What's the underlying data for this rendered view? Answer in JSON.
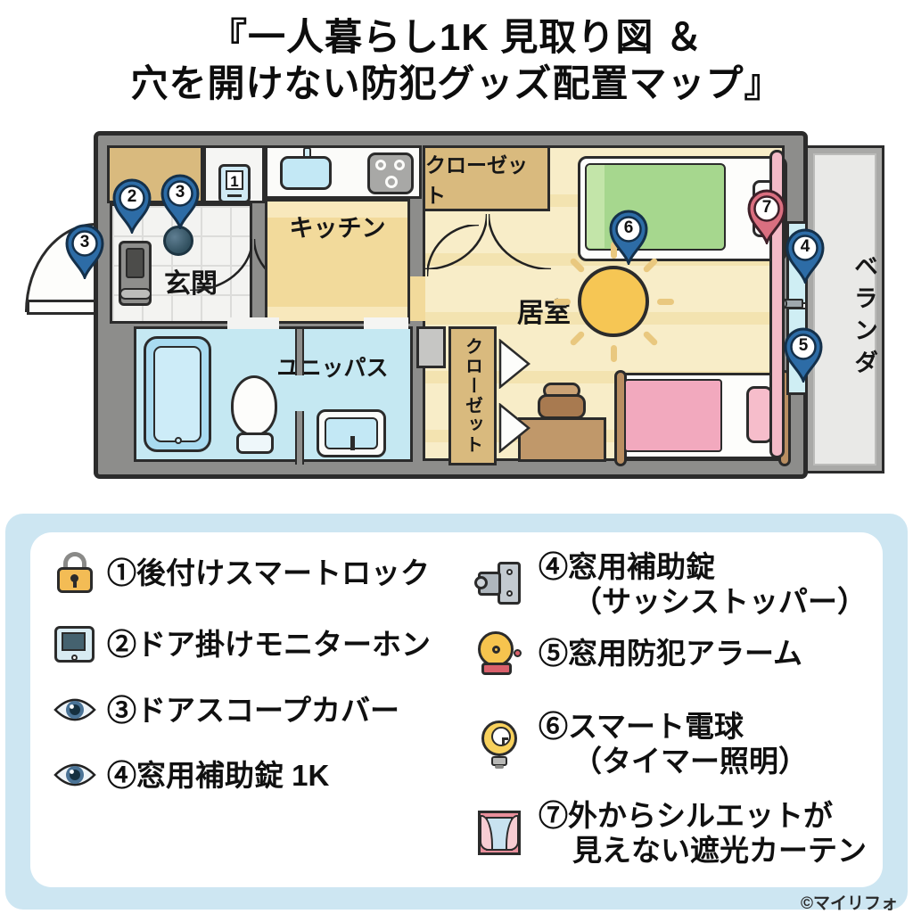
{
  "title": {
    "line1": "『一人暮らし1K 見取り図 ＆",
    "line2": "穴を開けない防犯グッズ配置マップ』"
  },
  "floorplan": {
    "rooms": {
      "entrance": "玄関",
      "kitchen": "キッチン",
      "closet_top": "クローゼット",
      "living": "居室",
      "unit_bath": "ユニッパス",
      "closet_bottom": "クローゼット",
      "veranda": "ベランダ"
    },
    "door_badge": "1",
    "pins": [
      {
        "number": "3",
        "color": "blue",
        "location": "entrance-door-exterior"
      },
      {
        "number": "2",
        "color": "blue",
        "location": "door-smart-lock"
      },
      {
        "number": "3",
        "color": "blue",
        "location": "door-scope"
      },
      {
        "number": "6",
        "color": "blue",
        "location": "living-ceiling-light"
      },
      {
        "number": "7",
        "color": "red",
        "location": "window-curtain"
      },
      {
        "number": "4",
        "color": "blue",
        "location": "window-sash-upper"
      },
      {
        "number": "5",
        "color": "blue",
        "location": "window-sash-lower"
      }
    ]
  },
  "legend": {
    "left": [
      {
        "icon": "padlock-icon",
        "lines": [
          "①後付けスマートロック"
        ]
      },
      {
        "icon": "monitor-icon",
        "lines": [
          "②ドア掛けモニターホン"
        ]
      },
      {
        "icon": "eye-icon",
        "lines": [
          "③ドアスコープカバー"
        ]
      },
      {
        "icon": "eye-icon",
        "lines": [
          "④窓用補助錠 1K"
        ]
      }
    ],
    "right": [
      {
        "icon": "sash-stopper-icon",
        "lines": [
          "④窓用補助錠",
          "（サッシストッパー）"
        ]
      },
      {
        "icon": "alarm-bell-icon",
        "lines": [
          "⑤窓用防犯アラーム"
        ]
      },
      {
        "icon": "bulb-timer-icon",
        "lines": [
          "⑥スマート電球",
          "（タイマー照明）"
        ]
      },
      {
        "icon": "curtain-icon",
        "lines": [
          "⑦外からシルエットが",
          "見えない遮光カーテン"
        ]
      }
    ]
  },
  "copyright": "©マイリフォ",
  "colors": {
    "pin_blue": "#2d6ca6",
    "pin_red": "#da6f80",
    "wall_gray": "#8d8d8b",
    "closet_tan": "#d9ba7e",
    "kitchen_yellow": "#f2da9b",
    "living_yellow": "#f7ecc5",
    "bath_blue": "#c5e8f2",
    "legend_band_blue": "#cde6f2",
    "bed_green": "#a6d78e",
    "bed_pink": "#f2a9be",
    "sun_yellow": "#f6c654",
    "curtain_pink": "#f3bac7"
  }
}
